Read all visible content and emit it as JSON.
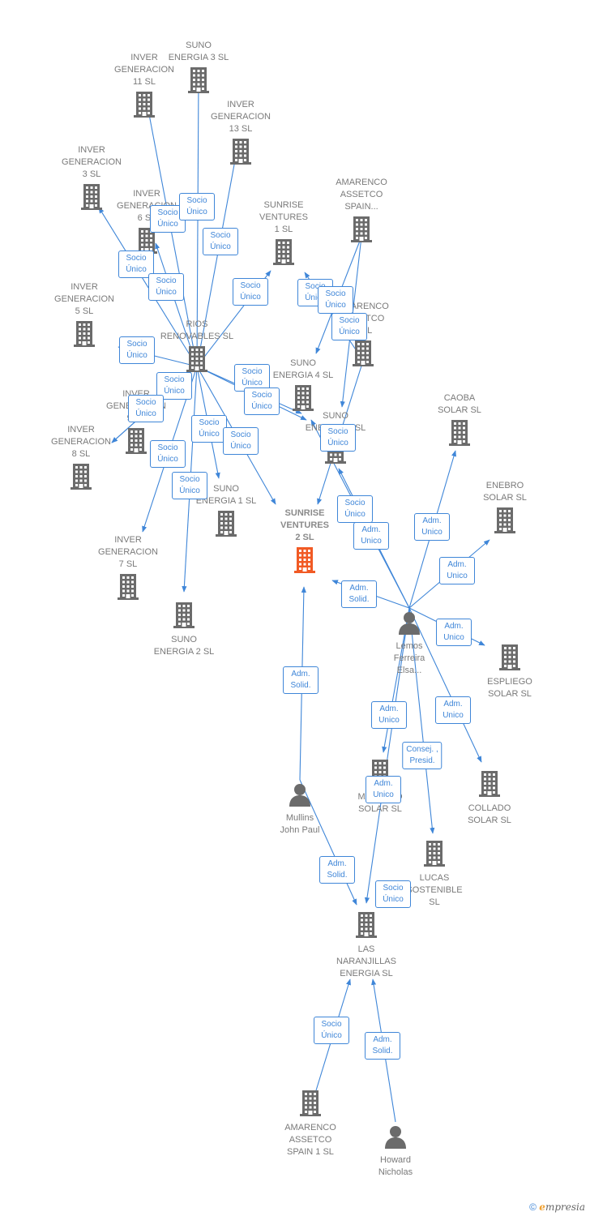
{
  "colors": {
    "edge": "#3f86d8",
    "company": "#6b6b6b",
    "focus": "#f15a24",
    "person": "#6b6b6b"
  },
  "nodes": [
    {
      "id": "suno3",
      "type": "company",
      "label": "SUNO\nENERGIA 3  SL",
      "label_pos": "above"
    },
    {
      "id": "inver11",
      "type": "company",
      "label": "INVER\nGENERACION\n11  SL",
      "label_pos": "above"
    },
    {
      "id": "inver13",
      "type": "company",
      "label": "INVER\nGENERACION\n13  SL",
      "label_pos": "above"
    },
    {
      "id": "inver3",
      "type": "company",
      "label": "INVER\nGENERACION\n3  SL",
      "label_pos": "above"
    },
    {
      "id": "inver6",
      "type": "company",
      "label": "INVER\nGENERACION\n6  SL",
      "label_pos": "above"
    },
    {
      "id": "amarenco",
      "type": "company",
      "label": "AMARENCO\nASSETCO\nSPAIN...",
      "label_pos": "above"
    },
    {
      "id": "sunrise1",
      "type": "company",
      "label": "SUNRISE\nVENTURES\n1  SL",
      "label_pos": "above"
    },
    {
      "id": "inver5",
      "type": "company",
      "label": "INVER\nGENERACION\n5  SL",
      "label_pos": "above"
    },
    {
      "id": "rios",
      "type": "company",
      "label": "RIOS\nRENOVABLES SL",
      "label_pos": "above"
    },
    {
      "id": "amarenco2",
      "type": "company",
      "label": "AMARENCO\nASSETCO\n2  SL",
      "label_pos": "above"
    },
    {
      "id": "suno4",
      "type": "company",
      "label": "SUNO\nENERGIA 4  SL",
      "label_pos": "above"
    },
    {
      "id": "inver9",
      "type": "company",
      "label": "INVER\nGENERACION\n9  SL",
      "label_pos": "above"
    },
    {
      "id": "suno5",
      "type": "company",
      "label": "SUNO\nENERGIA 5  SL",
      "label_pos": "above"
    },
    {
      "id": "inver8",
      "type": "company",
      "label": "INVER\nGENERACION\n8  SL",
      "label_pos": "above"
    },
    {
      "id": "caoba",
      "type": "company",
      "label": "CAOBA\nSOLAR  SL",
      "label_pos": "above"
    },
    {
      "id": "suno1",
      "type": "company",
      "label": "SUNO\nENERGIA 1  SL",
      "label_pos": "above"
    },
    {
      "id": "sunrise2",
      "type": "focus",
      "label": "SUNRISE\nVENTURES\n2  SL",
      "label_pos": "above"
    },
    {
      "id": "enebro",
      "type": "company",
      "label": "ENEBRO\nSOLAR  SL",
      "label_pos": "above"
    },
    {
      "id": "inver7",
      "type": "company",
      "label": "INVER\nGENERACION\n7  SL",
      "label_pos": "above"
    },
    {
      "id": "suno2",
      "type": "company",
      "label": "SUNO\nENERGIA 2  SL",
      "label_pos": "below"
    },
    {
      "id": "lemos",
      "type": "person",
      "label": "Lemos\nFerreira\nElsa...",
      "label_pos": "below"
    },
    {
      "id": "espliego",
      "type": "company",
      "label": "ESPLIEGO\nSOLAR  SL",
      "label_pos": "below"
    },
    {
      "id": "manzano",
      "type": "company",
      "label": "MANZANO\nSOLAR  SL",
      "label_pos": "below"
    },
    {
      "id": "collado",
      "type": "company",
      "label": "COLLADO\nSOLAR  SL",
      "label_pos": "below"
    },
    {
      "id": "mullins",
      "type": "person",
      "label": "Mullins\nJohn Paul",
      "label_pos": "below"
    },
    {
      "id": "lucas",
      "type": "company",
      "label": "LUCAS\nSOSTENIBLE\nSL",
      "label_pos": "below"
    },
    {
      "id": "naranjillas",
      "type": "company",
      "label": "LAS\nNARANJILLAS\nENERGIA  SL",
      "label_pos": "below"
    },
    {
      "id": "amarenco1",
      "type": "company",
      "label": "AMARENCO\nASSETCO\nSPAIN 1  SL",
      "label_pos": "below"
    },
    {
      "id": "howard",
      "type": "person",
      "label": "Howard\nNicholas",
      "label_pos": "below"
    }
  ],
  "edge_tags": [
    {
      "id": "t1",
      "text": "Socio\nÚnico"
    },
    {
      "id": "t2",
      "text": "Socio\nÚnico"
    },
    {
      "id": "t3",
      "text": "Socio\nÚnico"
    },
    {
      "id": "t4",
      "text": "Socio\nÚnico"
    },
    {
      "id": "t5",
      "text": "Socio\nÚnico"
    },
    {
      "id": "t6",
      "text": "Socio\nÚnico"
    },
    {
      "id": "t7",
      "text": "Socio\nÚnico"
    },
    {
      "id": "t8",
      "text": "Socio\nÚnico"
    },
    {
      "id": "t9",
      "text": "Socio\nÚnico"
    },
    {
      "id": "t10",
      "text": "Socio\nÚnico"
    },
    {
      "id": "t11",
      "text": "Socio\nÚnico"
    },
    {
      "id": "t12",
      "text": "Socio\nÚnico"
    },
    {
      "id": "t13",
      "text": "Socio\nÚnico"
    },
    {
      "id": "t14",
      "text": "Socio\nÚnico"
    },
    {
      "id": "t15",
      "text": "Socio\nÚnico"
    },
    {
      "id": "t16",
      "text": "Socio\nÚnico"
    },
    {
      "id": "t17",
      "text": "Socio\nÚnico"
    },
    {
      "id": "t18",
      "text": "Socio\nÚnico"
    },
    {
      "id": "t19",
      "text": "Socio\nÚnico"
    },
    {
      "id": "t20",
      "text": "Socio\nÚnico"
    },
    {
      "id": "t21",
      "text": "Adm.\nUnico"
    },
    {
      "id": "t22",
      "text": "Adm.\nUnico"
    },
    {
      "id": "t23",
      "text": "Adm.\nUnico"
    },
    {
      "id": "t24",
      "text": "Adm.\nUnico"
    },
    {
      "id": "t25",
      "text": "Adm.\nSolid."
    },
    {
      "id": "t26",
      "text": "Adm.\nUnico"
    },
    {
      "id": "t27",
      "text": "Adm.\nSolid."
    },
    {
      "id": "t28",
      "text": "Adm.\nUnico"
    },
    {
      "id": "t29",
      "text": "Adm.\nUnico"
    },
    {
      "id": "t30",
      "text": "Consej. ,\nPresid."
    },
    {
      "id": "t31",
      "text": "Adm.\nSolid."
    },
    {
      "id": "t32",
      "text": "Adm.\nSolid."
    },
    {
      "id": "t33",
      "text": "Socio\nÚnico"
    },
    {
      "id": "t34",
      "text": "Socio\nÚnico"
    },
    {
      "id": "t35",
      "text": "Adm.\nSolid."
    }
  ],
  "footer": {
    "copyright": "©",
    "brand_initial": "e",
    "brand_rest": "mpresia"
  }
}
